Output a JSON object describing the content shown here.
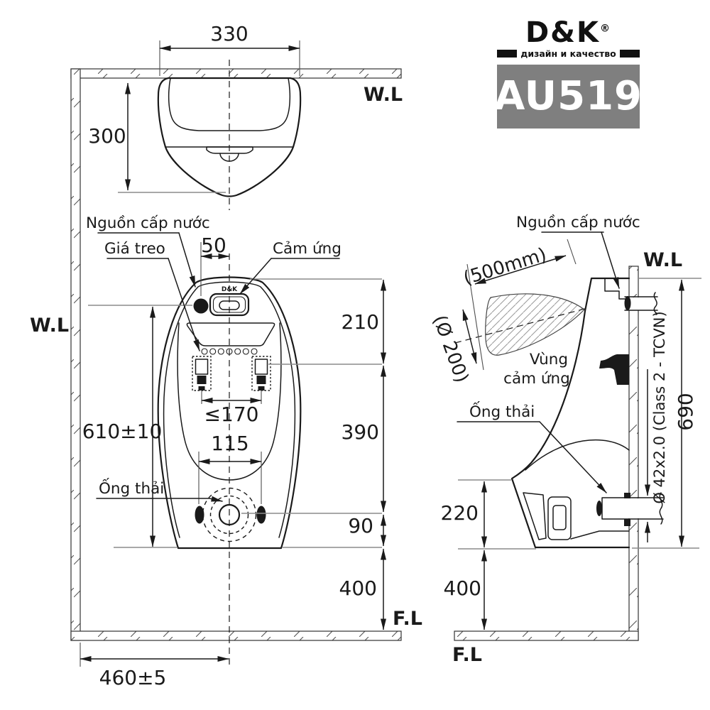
{
  "brand": {
    "name": "D&K",
    "registered": "®",
    "tagline": "дизайн и качество",
    "model": "AU519",
    "mini_mark": "D&K"
  },
  "common": {
    "wall_line": "W.L",
    "floor_line": "F.L"
  },
  "top_view": {
    "width": "330",
    "depth": "300"
  },
  "front_view": {
    "labels": {
      "water_supply": "Nguồn cấp nước",
      "hanger": "Giá treo",
      "sensor": "Cảm ứng",
      "drain": "Ống thải"
    },
    "dims": {
      "supply_offset": "50",
      "mounting_span": "≤170",
      "install_height": "610±10",
      "bolt_span": "115",
      "rim_to_brackets": "210",
      "brackets_to_drain": "390",
      "drain_to_base": "90",
      "base_to_floor": "400",
      "wall_to_center": "460±5"
    }
  },
  "side_view": {
    "labels": {
      "water_supply": "Nguồn cấp nước",
      "sensor_zone_1": "Vùng",
      "sensor_zone_2": "cảm ứng",
      "drain": "Ống thải"
    },
    "dims": {
      "sensor_range": "(500mm)",
      "sensor_zone_dia": "(Ø 200)",
      "overall_height": "690",
      "drain_pipe_spec": "Ø 42x2.0  (Class 2 - TCVN)",
      "trap_height": "220",
      "outlet_to_floor": "400"
    }
  },
  "colors": {
    "ink": "#1a1a1a",
    "reference_line": "#8c8c8c",
    "lens_hatch": "#9a9a9a",
    "model_bg": "#7f7f7f",
    "model_text": "#ffffff"
  }
}
